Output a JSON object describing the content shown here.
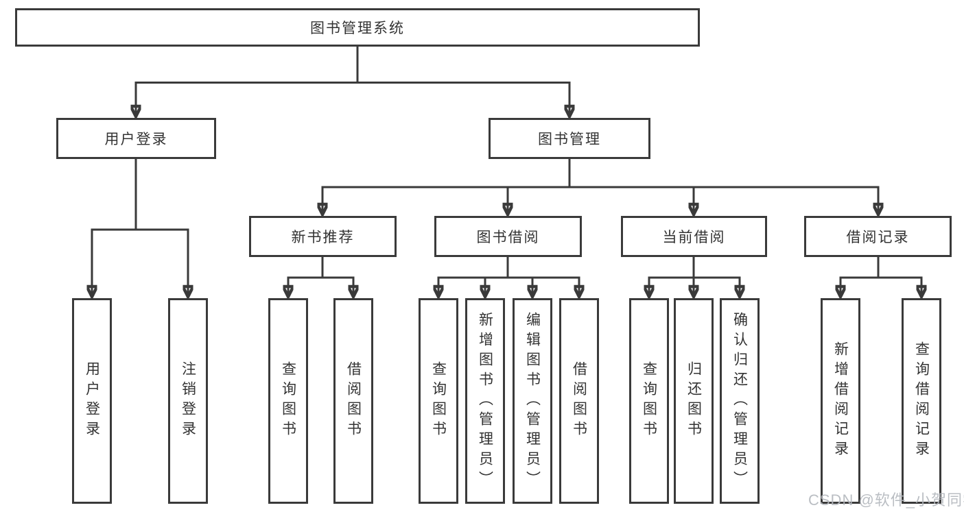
{
  "diagram": {
    "title": "图书管理系统",
    "children": [
      {
        "label": "用户登录",
        "children": [
          {
            "label": "用户登录"
          },
          {
            "label": "注销登录"
          }
        ]
      },
      {
        "label": "图书管理",
        "children": [
          {
            "label": "新书推荐",
            "children": [
              {
                "label": "查询图书"
              },
              {
                "label": "借阅图书"
              }
            ]
          },
          {
            "label": "图书借阅",
            "children": [
              {
                "label": "查询图书"
              },
              {
                "label": "新增图书（管理员）"
              },
              {
                "label": "编辑图书（管理员）"
              },
              {
                "label": "借阅图书"
              }
            ]
          },
          {
            "label": "当前借阅",
            "children": [
              {
                "label": "查询图书"
              },
              {
                "label": "归还图书"
              },
              {
                "label": "确认归还（管理员）"
              }
            ]
          },
          {
            "label": "借阅记录",
            "children": [
              {
                "label": "新增借阅记录"
              },
              {
                "label": "查询借阅记录"
              }
            ]
          }
        ]
      }
    ]
  },
  "watermark": "CSDN @软件_小贺同学",
  "colors": {
    "line": "#3a3a3a",
    "text": "#333333",
    "watermark": "#b3b7bd",
    "background": "#ffffff"
  }
}
